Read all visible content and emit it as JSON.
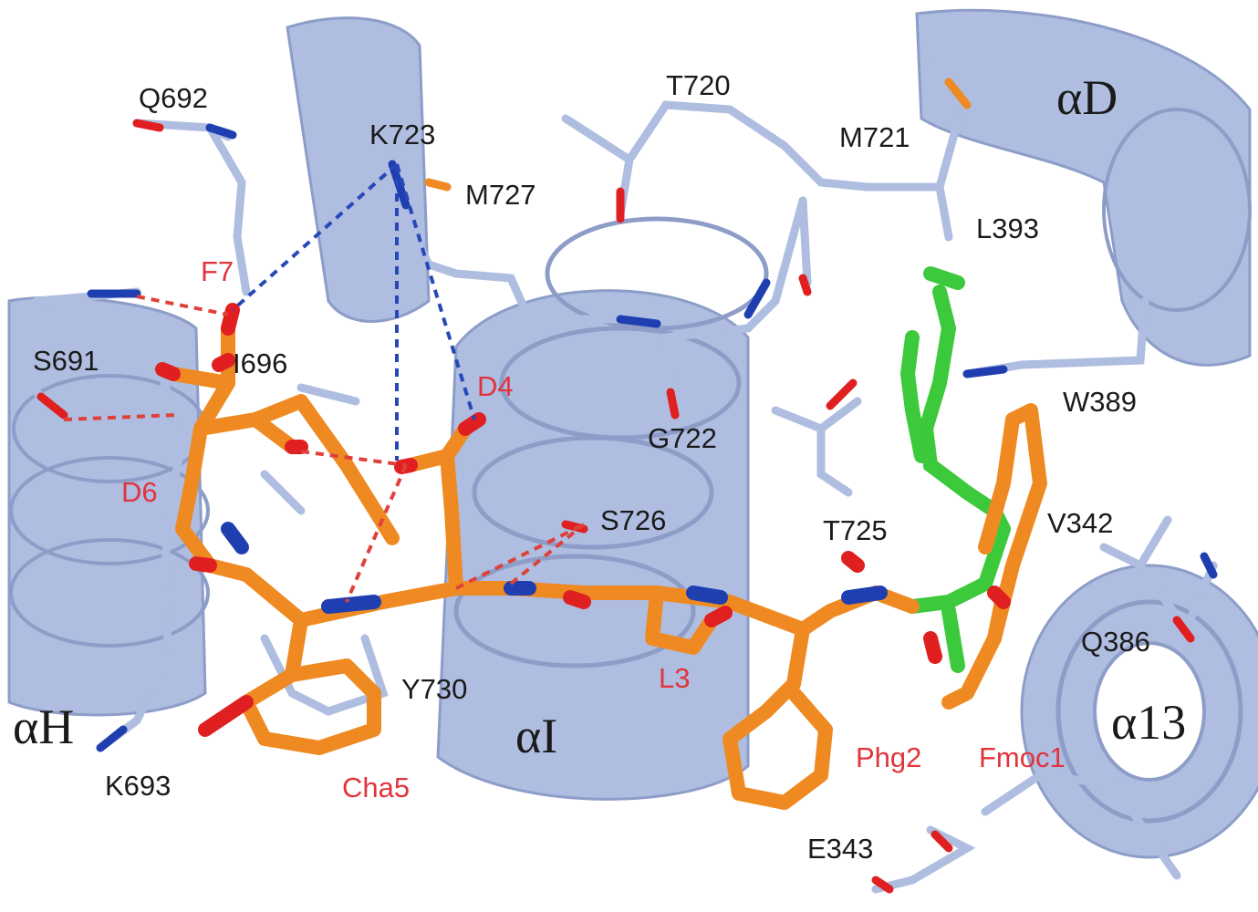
{
  "colors": {
    "ribbon": "#aebde0",
    "ribbon_dark": "#8d9dc8",
    "ligand_carbon": "#ef8a22",
    "oxygen": "#e02020",
    "nitrogen": "#1f3fb0",
    "sulfur": "#ef8a22",
    "ligand_green": "#3cc93c",
    "hbond_red": "#e0403a",
    "hbond_blue": "#2848b8",
    "protein_label": "#1a1a1a",
    "ligand_label": "#e1343c"
  },
  "helix_labels": {
    "aD": "αD",
    "aH": "αH",
    "aI": "αI",
    "a13": "α13"
  },
  "protein_residues": {
    "Q692": "Q692",
    "T720": "T720",
    "K723": "K723",
    "M727": "M727",
    "M721": "M721",
    "L393": "L393",
    "S691": "S691",
    "I696": "I696",
    "W389": "W389",
    "G722": "G722",
    "S726": "S726",
    "T725": "T725",
    "V342": "V342",
    "Q386": "Q386",
    "Y730": "Y730",
    "K693": "K693",
    "E343": "E343"
  },
  "ligand_residues": {
    "F7": "F7",
    "D4": "D4",
    "D6": "D6",
    "L3": "L3",
    "Phg2": "Phg2",
    "Fmoc1": "Fmoc1",
    "Cha5": "Cha5"
  }
}
